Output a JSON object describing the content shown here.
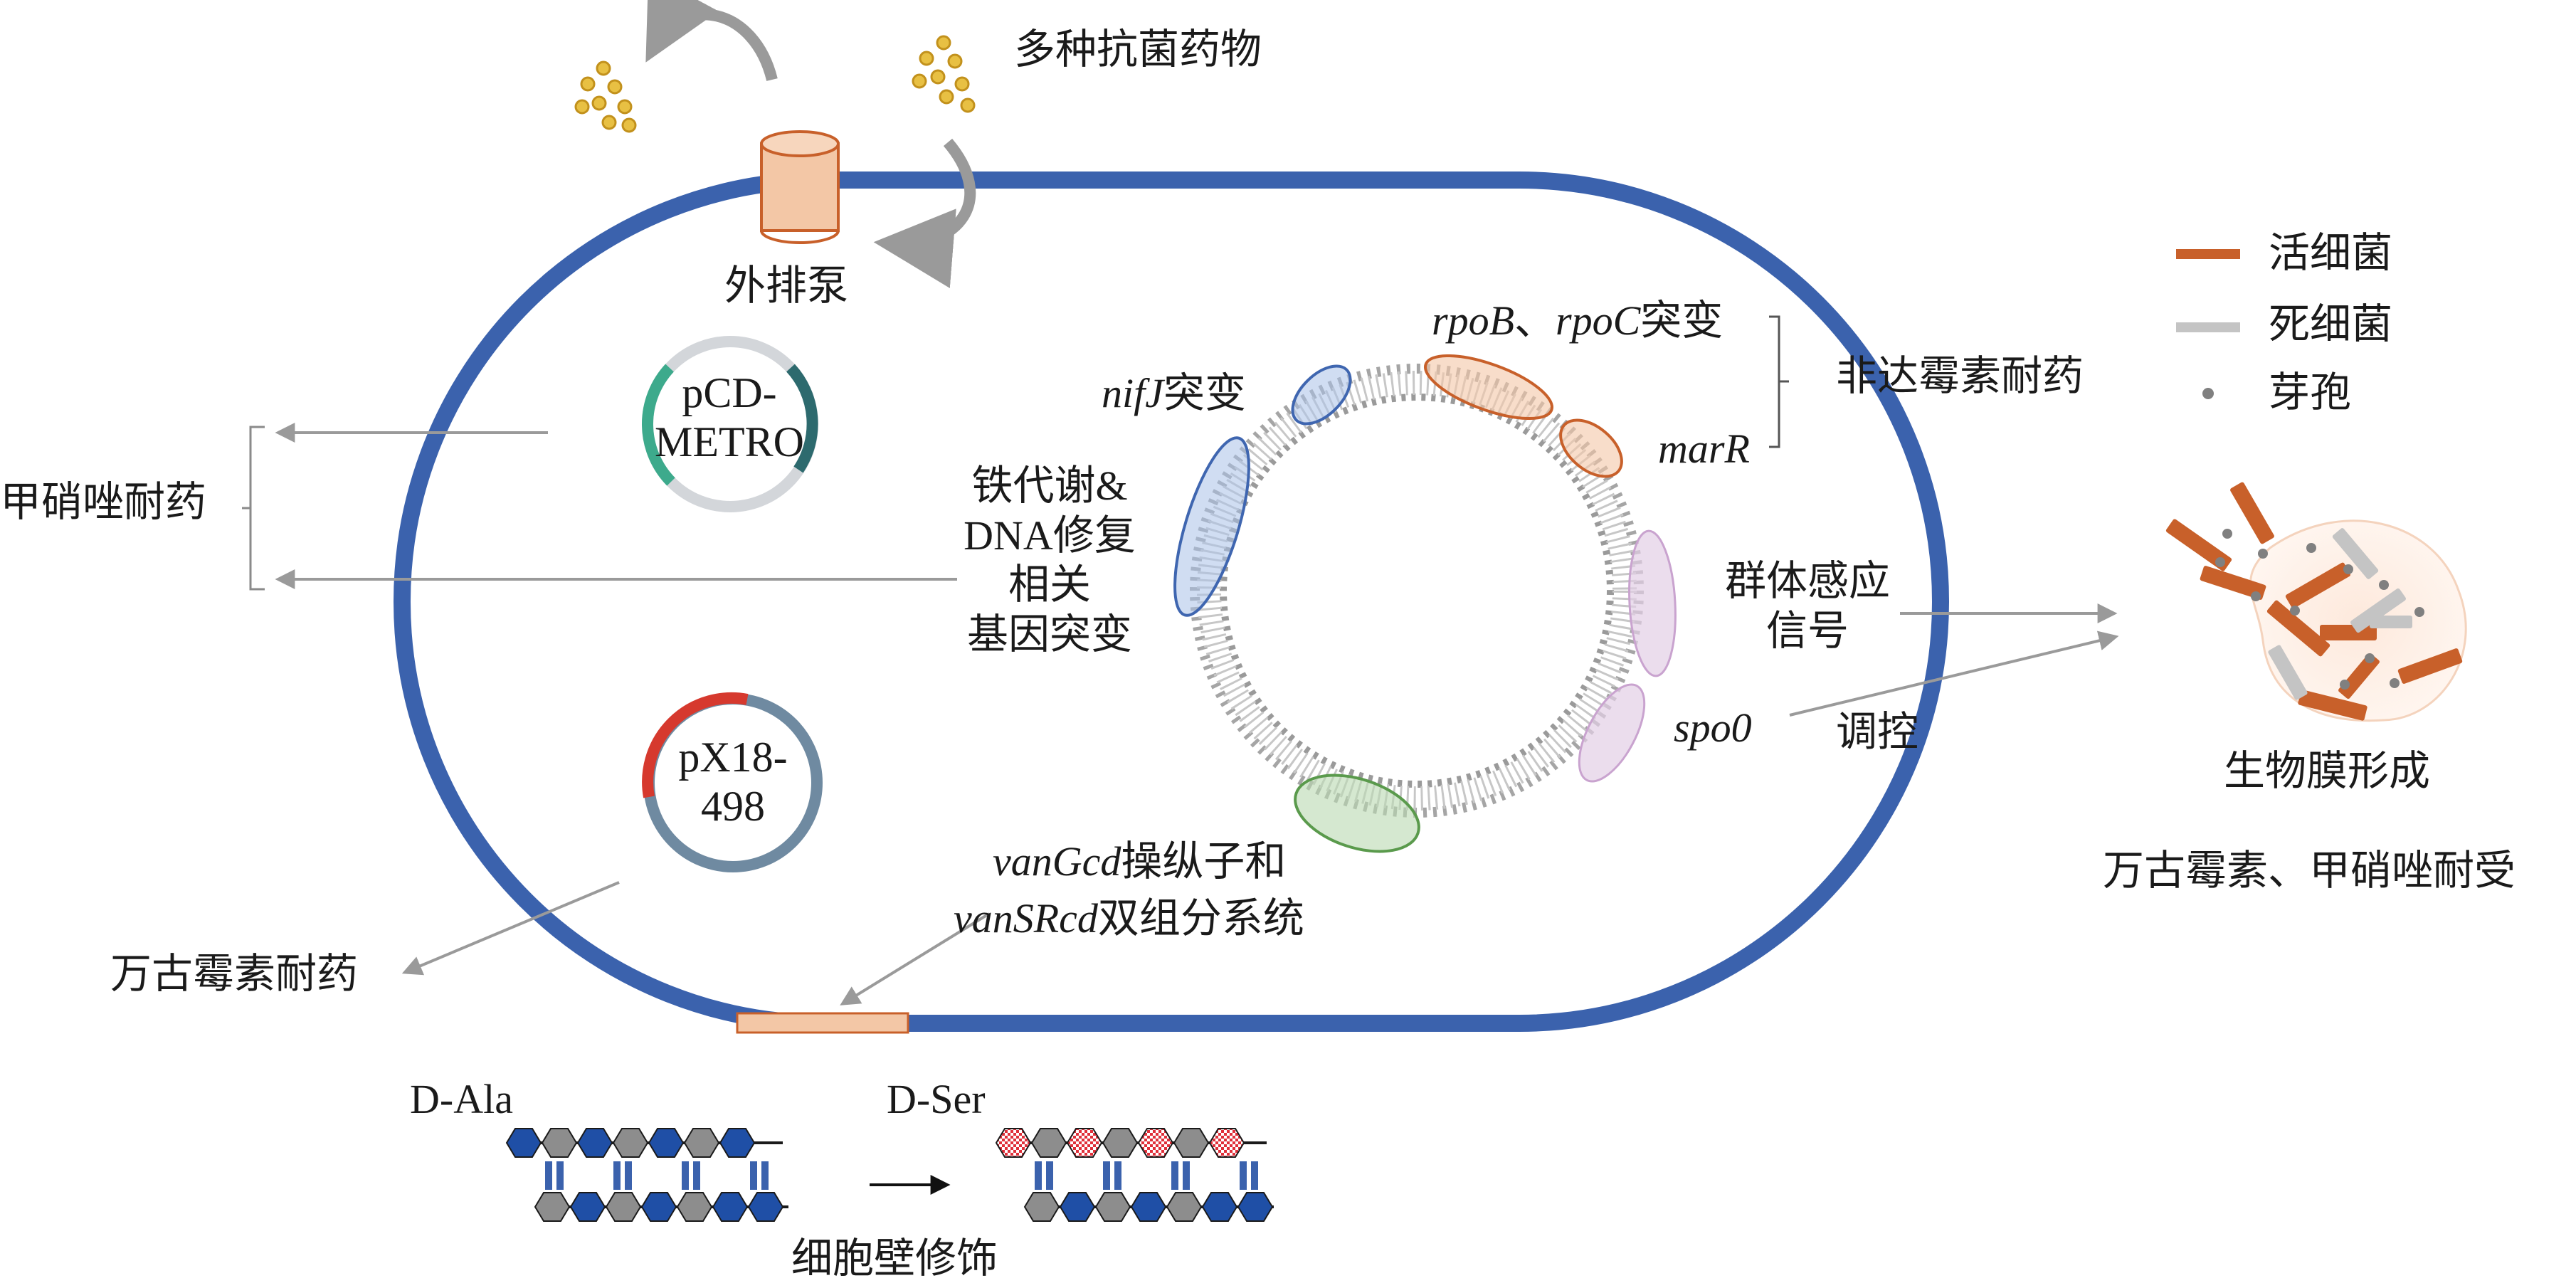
{
  "drugs": "多种抗菌药物",
  "efflux_pump": "外排泵",
  "plasmid1": "pCD-\nMETRO",
  "plasmid2": "pX18-\n498",
  "metronidazole_resistance": "甲硝唑耐药",
  "vancomycin_resistance": "万古霉素耐药",
  "fidaxomicin_resistance": "非达霉素耐药",
  "iron_dna_genes": "铁代谢&\nDNA修复\n相关\n基因突变",
  "nifj_gene": "nifJ",
  "nifj_suffix": "突变",
  "rpob_gene": "rpoB",
  "rpoc_sep": "、",
  "rpoc_gene": "rpoC",
  "rpoc_suffix": "突变",
  "marr_gene": "marR",
  "quorum_sensing": "群体感应\n信号",
  "spo0_gene": "spo0",
  "regulation": "调控",
  "vangcd_gene": "vanGcd",
  "vangcd_suffix": "操纵子和",
  "vansrcd_gene": "vanSRcd",
  "vansrcd_suffix": "双组分系统",
  "biofilm": "生物膜形成",
  "biofilm_effect": "万古霉素、甲硝唑耐受",
  "dala": "D-Ala",
  "dser": "D-Ser",
  "cell_wall": "细胞壁修饰",
  "legend": {
    "live": "活细菌",
    "dead": "死细菌",
    "spore": "芽孢",
    "live_color": "#c8602a",
    "dead_color": "#c4c4c4",
    "spore_color": "#808080"
  },
  "colors": {
    "membrane": "#3b62ad",
    "arrow": "#9a9a9a",
    "pump_fill": "#f3c7a6",
    "pump_stroke": "#c8602a",
    "drug_dot": "#d9a92c",
    "blue_ellipse": "#3f66b0",
    "orange_ellipse": "#c8602a",
    "pink_ellipse": "#c9a3cf",
    "green_ellipse": "#5a9a4c",
    "plasmid_ring": "#d3d6da",
    "plasmid_teal": "#3daa8c",
    "plasmid_dark": "#2d6a6e",
    "plasmid_red": "#d6392e",
    "plasmid_steel": "#6f8aa1",
    "hex_blue": "#1f4fa6",
    "hex_gray": "#8d8d8d",
    "hex_red": "#e0303a"
  }
}
